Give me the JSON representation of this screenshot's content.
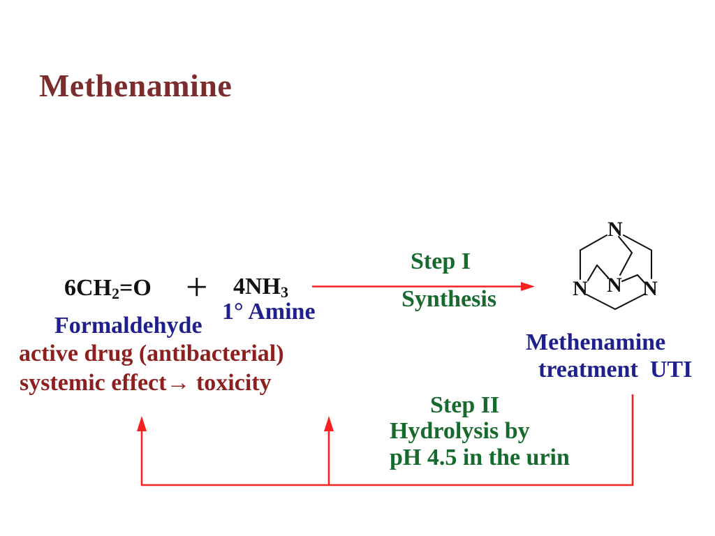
{
  "slide_title": "Methenamine",
  "reaction": {
    "reactant1": {
      "prefix": "6CH",
      "sub": "2",
      "suffix": "=O"
    },
    "plus_sign": "+",
    "reactant2": {
      "prefix": "4NH",
      "sub": "3"
    },
    "labels": {
      "formaldehyde": "Formaldehyde",
      "primary_amine": "1° Amine",
      "active_drug_note": "active drug (antibacterial)",
      "systemic_note": "systemic effect→ toxicity"
    },
    "step1": {
      "line1": "Step I",
      "line2": "Synthesis"
    },
    "step2": {
      "line1": "Step II",
      "line2": "Hydrolysis by",
      "line3": "pH 4.5 in the urin"
    },
    "product": {
      "line1": "Methenamine",
      "line2": "treatment  UTI"
    }
  },
  "structure": {
    "atoms": {
      "top": "N",
      "left": "N",
      "center": "N",
      "right": "N"
    }
  },
  "colors": {
    "title_maroon": "#7b2d2e",
    "navy_blue": "#20208c",
    "dark_green": "#176a2d",
    "dark_red": "#8e1f1f",
    "arrow_red": "#f92020",
    "formula_black": "#111111",
    "background": "#ffffff"
  }
}
